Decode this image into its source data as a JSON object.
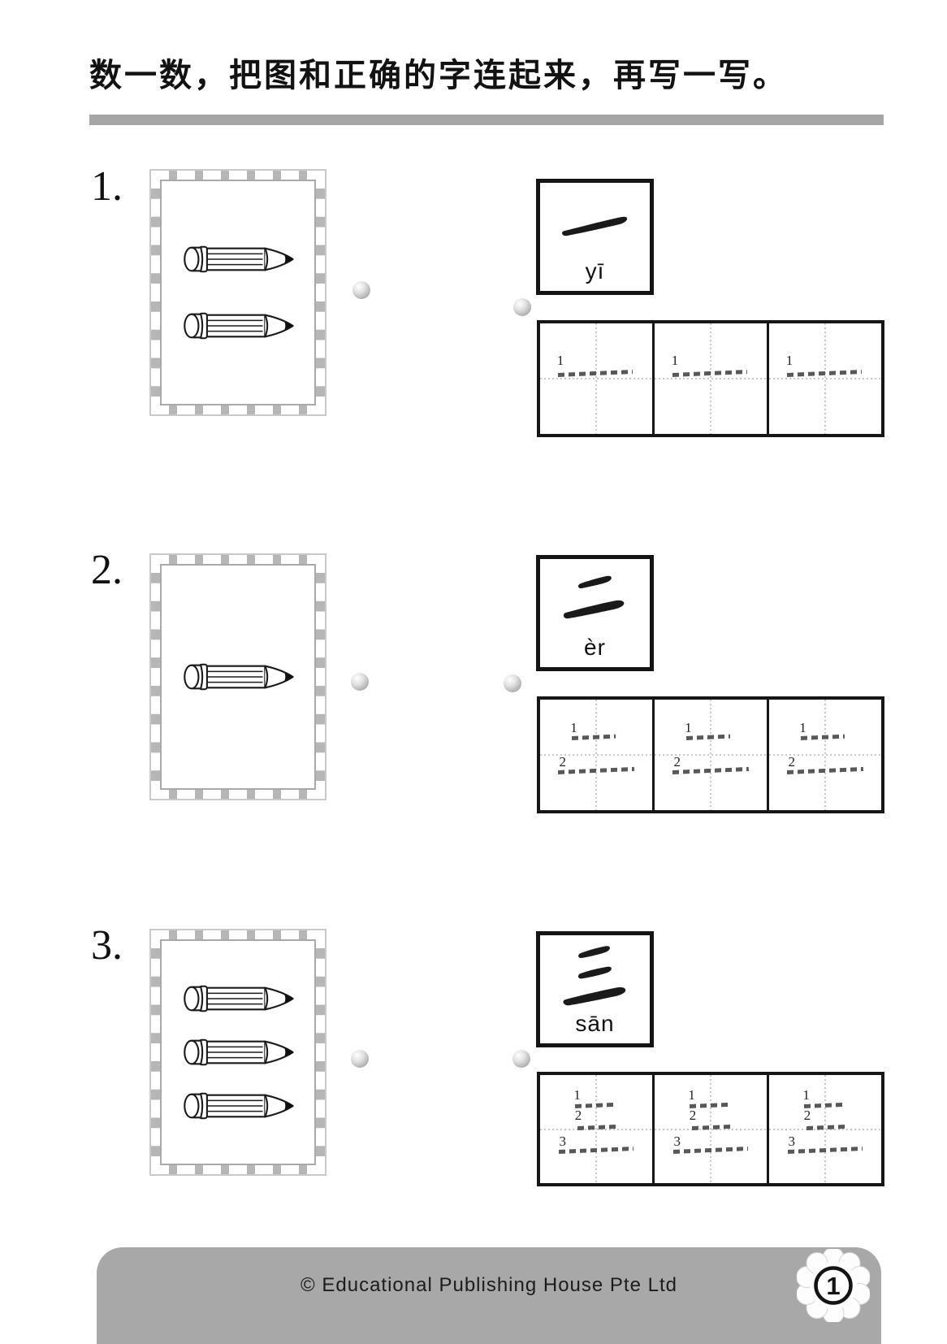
{
  "header": {
    "title": "数一数，把图和正确的字连起来，再写一写。"
  },
  "exercises": [
    {
      "number": "1.",
      "picture": {
        "object": "pencil",
        "count": 2
      },
      "card": {
        "character": "一",
        "pinyin": "yī"
      },
      "practice": {
        "cell_count": 3,
        "stroke_labels": [
          "1"
        ]
      }
    },
    {
      "number": "2.",
      "picture": {
        "object": "pencil",
        "count": 1
      },
      "card": {
        "character": "二",
        "pinyin": "èr"
      },
      "practice": {
        "cell_count": 3,
        "stroke_labels": [
          "1",
          "2"
        ]
      }
    },
    {
      "number": "3.",
      "picture": {
        "object": "pencil",
        "count": 3
      },
      "card": {
        "character": "三",
        "pinyin": "sān"
      },
      "practice": {
        "cell_count": 3,
        "stroke_labels": [
          "1",
          "2",
          "3"
        ]
      }
    }
  ],
  "footer": {
    "copyright": "© Educational Publishing House Pte Ltd",
    "page_number": "1"
  },
  "colors": {
    "rule_gray": "#a6a6a6",
    "frame_gray": "#b6b6b6",
    "footer_gray": "#a8a8a8",
    "stroke_gray": "#585858",
    "guide_gray": "#c8c8c8",
    "ink_black": "#141414"
  }
}
